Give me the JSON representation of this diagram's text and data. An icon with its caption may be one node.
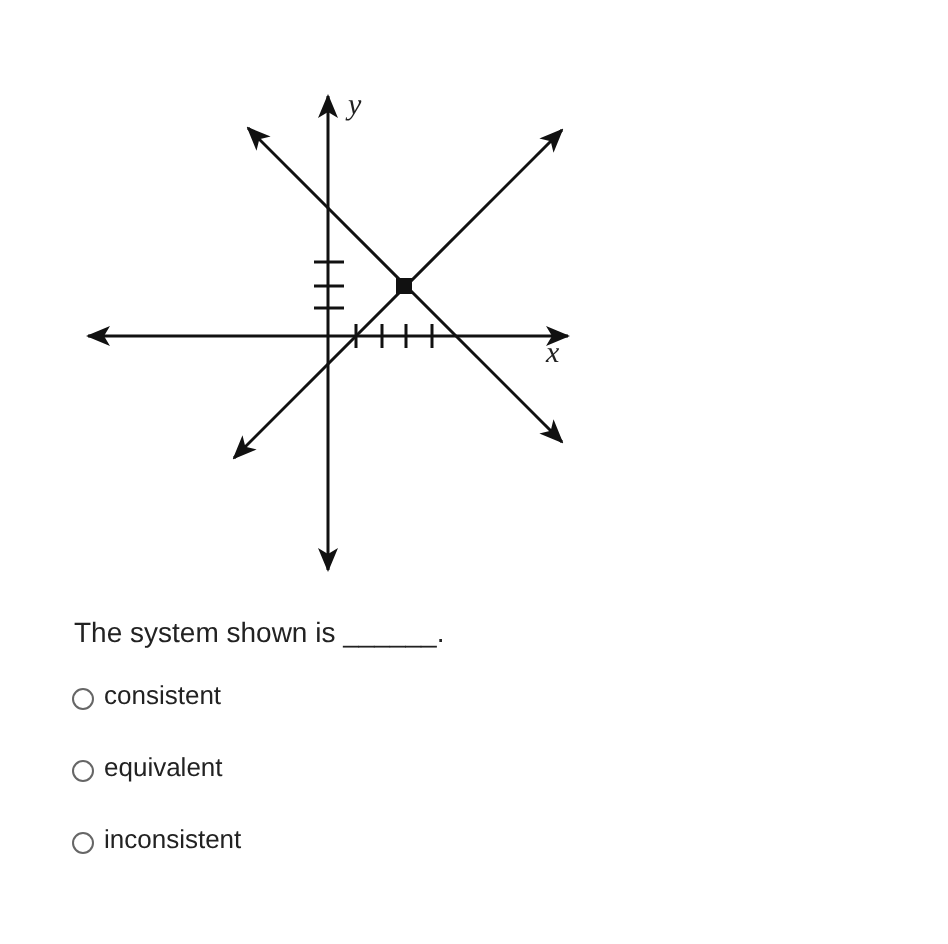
{
  "diagram": {
    "labels": [
      "y",
      "x",
      "The system shown is ______.",
      "consistent",
      "equivalent",
      "inconsistent"
    ]
  }
}
